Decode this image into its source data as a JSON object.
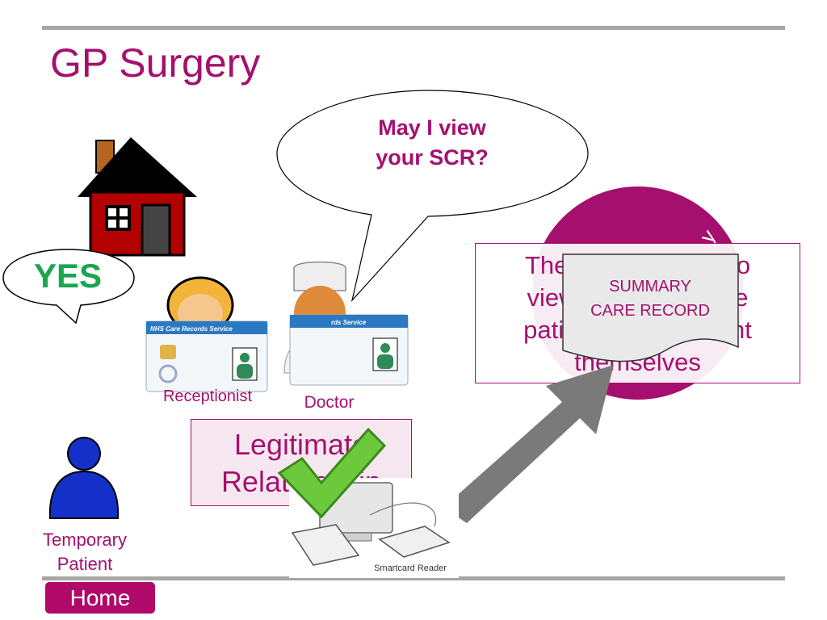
{
  "slide": {
    "title": "GP Surgery"
  },
  "speech_bubble": {
    "text": "May I view\nyour SCR?"
  },
  "reply_bubble": {
    "text": "YES"
  },
  "callout": {
    "text": "The clinician asks to\nview the SCR of the\npatient or the patient\nthemselves"
  },
  "legitimate_relationship": {
    "text": "Legitimate\nRelationship"
  },
  "scr_document": {
    "text": "SUMMARY\nCARE RECORD"
  },
  "people": {
    "receptionist": "Receptionist",
    "doctor": "Doctor",
    "patient": "Temporary\nPatient"
  },
  "card": {
    "header": "NHS Care Records Service",
    "header_doctor": "rds Service"
  },
  "device": {
    "reader_label": "Smartcard Reader"
  },
  "nav": {
    "home": "Home"
  },
  "colors": {
    "accent": "#a5106e",
    "home_button": "#b0096a",
    "yes_green": "#1aa650",
    "rule_gray": "#a6a6a6"
  }
}
